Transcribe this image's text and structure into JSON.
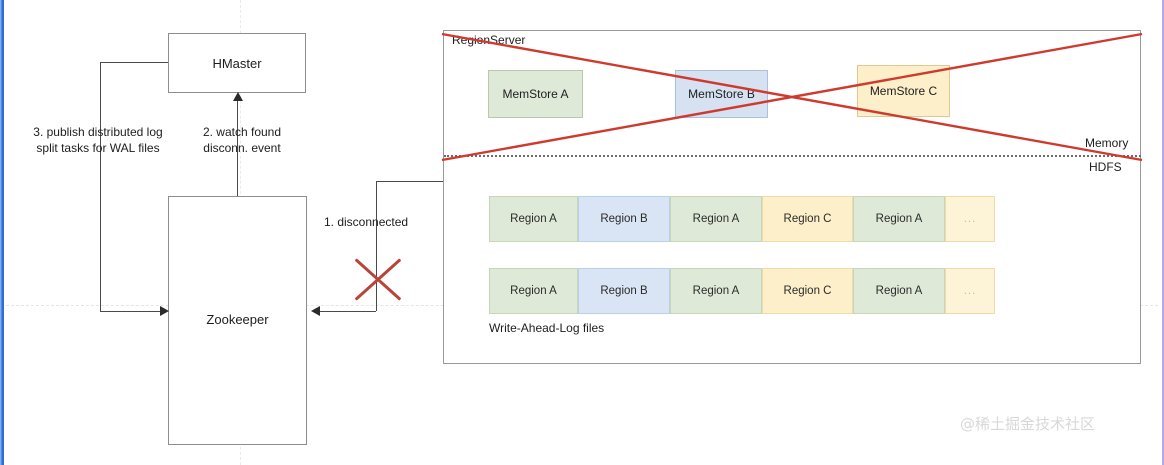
{
  "diagram": {
    "title": "HBase RegionServer failure recovery",
    "nodes": {
      "hmaster": "HMaster",
      "zookeeper": "Zookeeper"
    },
    "annotations": {
      "step1": "1. disconnected",
      "step2": "2. watch found\ndisconn. event",
      "step3": "3. publish distributed log\nsplit tasks for WAL files"
    },
    "region_server": {
      "label": "RegionServer",
      "memory_label": "Memory",
      "hdfs_label": "HDFS",
      "wal_label": "Write-Ahead-Log files",
      "memstores": [
        {
          "label": "MemStore A",
          "color": "#dfe9d8"
        },
        {
          "label": "MemStore B",
          "color": "#d6e2f2"
        },
        {
          "label": "MemStore C",
          "color": "#fcefc9"
        }
      ],
      "wal_rows": [
        {
          "cells": [
            {
              "label": "Region A",
              "variant": "c-green",
              "width": 89
            },
            {
              "label": "Region B",
              "variant": "c-blue",
              "width": 92
            },
            {
              "label": "Region A",
              "variant": "c-green",
              "width": 92
            },
            {
              "label": "Region C",
              "variant": "c-yellow",
              "width": 91
            },
            {
              "label": "Region A",
              "variant": "c-green",
              "width": 92
            },
            {
              "label": "...",
              "variant": "c-ell",
              "width": 50
            }
          ]
        },
        {
          "cells": [
            {
              "label": "Region A",
              "variant": "c-green",
              "width": 89
            },
            {
              "label": "Region B",
              "variant": "c-blue",
              "width": 92
            },
            {
              "label": "Region A",
              "variant": "c-green",
              "width": 92
            },
            {
              "label": "Region C",
              "variant": "c-yellow",
              "width": 91
            },
            {
              "label": "Region A",
              "variant": "c-green",
              "width": 92
            },
            {
              "label": "...",
              "variant": "c-ell",
              "width": 50
            }
          ]
        }
      ]
    },
    "failure_marker_color": "#b8453a",
    "accent_left_color": "#2f6fd8",
    "accent_right_color": "#b9a8e8"
  },
  "watermark": "@稀土掘金技术社区"
}
